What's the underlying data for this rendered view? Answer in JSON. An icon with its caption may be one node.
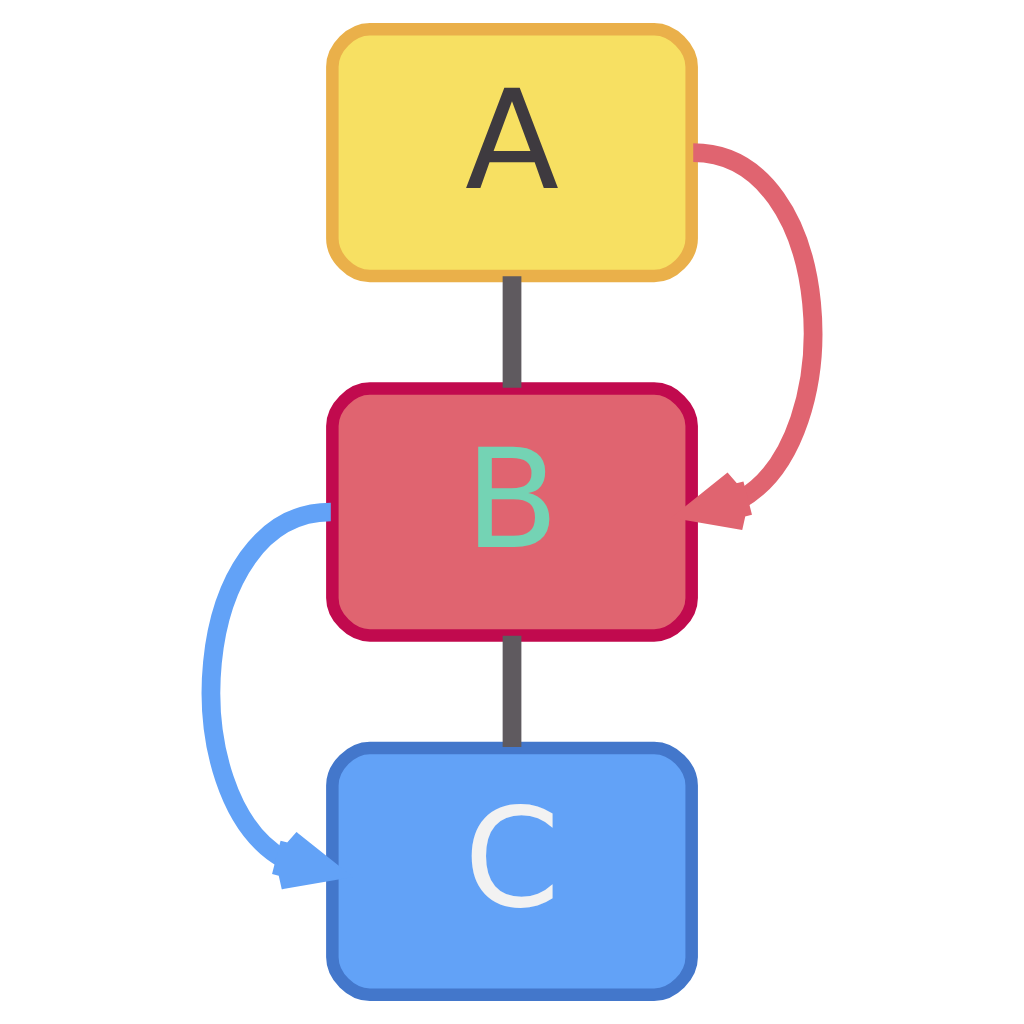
{
  "diagram": {
    "nodes": [
      {
        "text": [
          "A"
        ]
      },
      {
        "text": [
          "B"
        ]
      },
      {
        "text": [
          "C"
        ]
      }
    ],
    "edges": [
      {
        "from": 0,
        "to": 1,
        "arrow": "none",
        "color": "#5f5a5f"
      },
      {
        "from": 1,
        "to": 2,
        "arrow": "none",
        "color": "#5f5a5f"
      },
      {
        "from": 0,
        "to": 1,
        "arrow": "to",
        "color": "#e06470"
      },
      {
        "from": 1,
        "to": 2,
        "arrow": "to",
        "color": "#62a2f7"
      }
    ]
  }
}
